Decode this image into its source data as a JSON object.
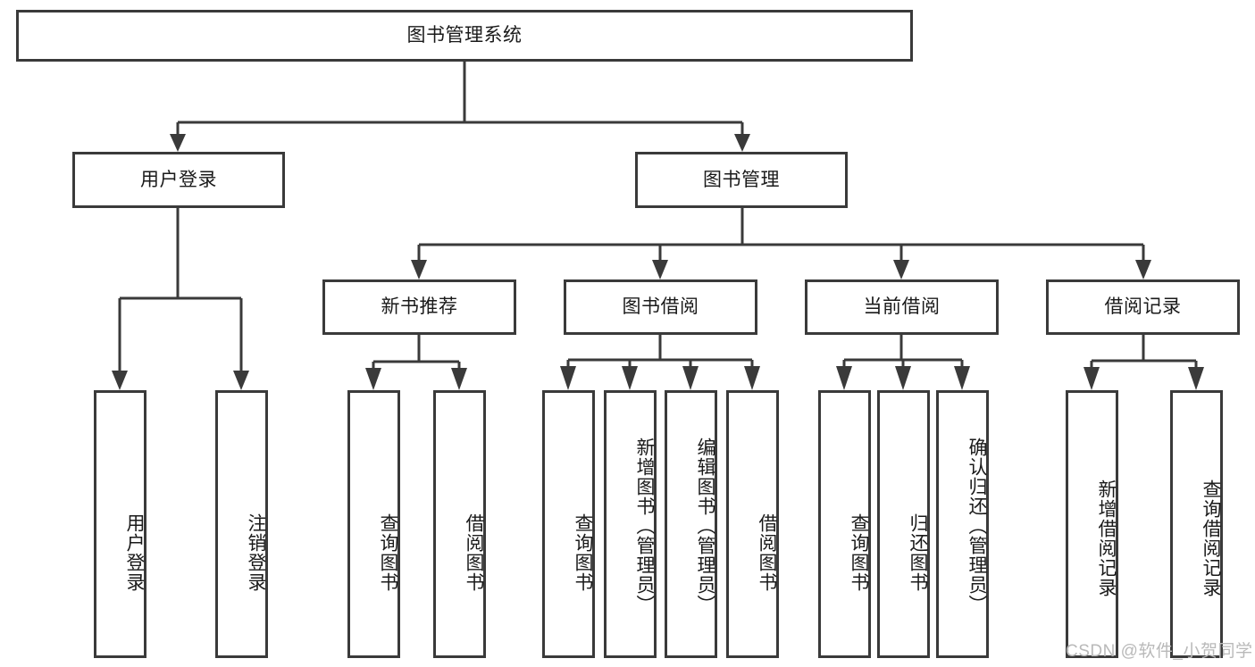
{
  "diagram": {
    "title": "图书管理系统",
    "type": "tree-hierarchy",
    "orientation": "top-down",
    "colors": {
      "stroke": "#3a3a3a",
      "fill": "#ffffff",
      "text": "#1a1a1a",
      "watermark": "#b9b9b9"
    },
    "root": {
      "label": "图书管理系统"
    },
    "level2": [
      {
        "label": "用户登录"
      },
      {
        "label": "图书管理"
      }
    ],
    "level3": [
      {
        "label": "新书推荐"
      },
      {
        "label": "图书借阅"
      },
      {
        "label": "当前借阅"
      },
      {
        "label": "借阅记录"
      }
    ],
    "leaves": {
      "user_login": [
        {
          "label": "用户登录"
        },
        {
          "label": "注销登录"
        }
      ],
      "new_book_recommend": [
        {
          "label": "查询图书"
        },
        {
          "label": "借阅图书"
        }
      ],
      "book_borrow": [
        {
          "label": "查询图书"
        },
        {
          "label": "新增图书（管理员）"
        },
        {
          "label": "编辑图书（管理员）"
        },
        {
          "label": "借阅图书"
        }
      ],
      "current_borrow": [
        {
          "label": "查询图书"
        },
        {
          "label": "归还图书"
        },
        {
          "label": "确认归还（管理员）"
        }
      ],
      "borrow_record": [
        {
          "label": "新增借阅记录"
        },
        {
          "label": "查询借阅记录"
        }
      ]
    },
    "watermark": "CSDN @软件_小贺同学"
  }
}
